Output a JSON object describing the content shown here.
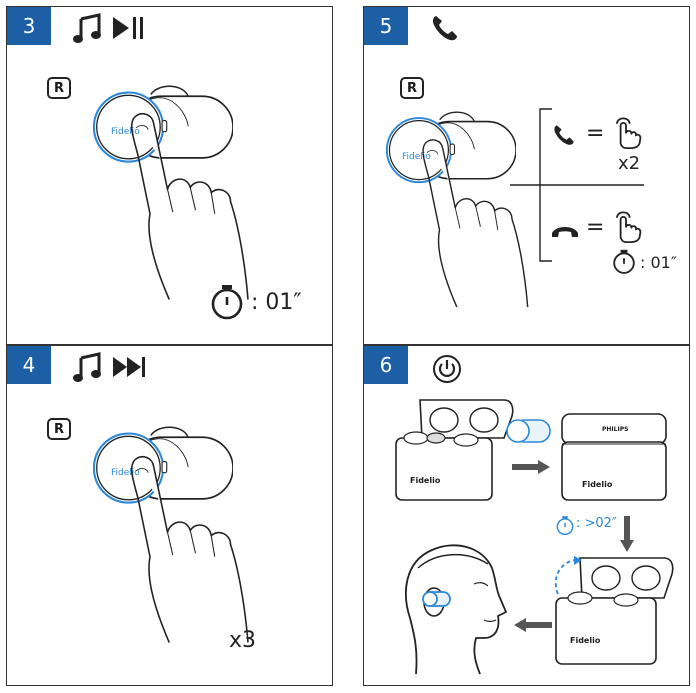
{
  "panels": {
    "p3": {
      "number": "3",
      "badge": "R",
      "timer_text": ": 01″"
    },
    "p4": {
      "number": "4",
      "badge": "R",
      "count": "x3"
    },
    "p5": {
      "number": "5",
      "badge": "R",
      "eq1": "=",
      "eq2": "=",
      "count": "x2",
      "timer_text": ": 01″"
    },
    "p6": {
      "number": "6",
      "case_brand": "Fidelio",
      "lid_brand": "PHILIPS",
      "timer_text": ": >02″"
    }
  },
  "earbud_brand": "Fidelio",
  "icons": [
    "music-note-icon",
    "play-pause-icon",
    "next-track-icon",
    "phone-icon",
    "hang-up-icon",
    "tap-hand-icon",
    "stopwatch-icon",
    "power-icon"
  ],
  "colors": {
    "accent": "#1d5fa4",
    "line": "#222222"
  }
}
